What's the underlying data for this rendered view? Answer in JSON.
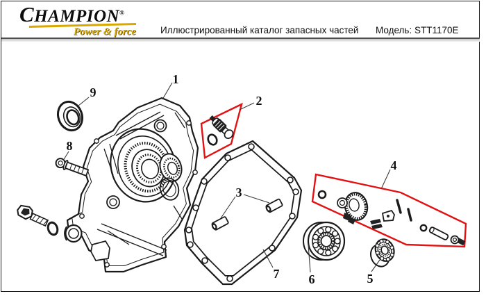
{
  "header": {
    "brand": "CHAMPION",
    "registered": "®",
    "tagline": "Power & force",
    "title": "Иллюстрированный каталог запасных частей",
    "model": "Модель: STT1170E"
  },
  "colors": {
    "accent_red": "#e21212",
    "line": "#1a1a1a",
    "brand_gold": "#d8a800"
  },
  "diagram": {
    "callouts": [
      {
        "label": "1"
      },
      {
        "label": "2"
      },
      {
        "label": "3"
      },
      {
        "label": "4"
      },
      {
        "label": "5"
      },
      {
        "label": "6"
      },
      {
        "label": "7"
      },
      {
        "label": "8"
      },
      {
        "label": "9"
      }
    ]
  }
}
